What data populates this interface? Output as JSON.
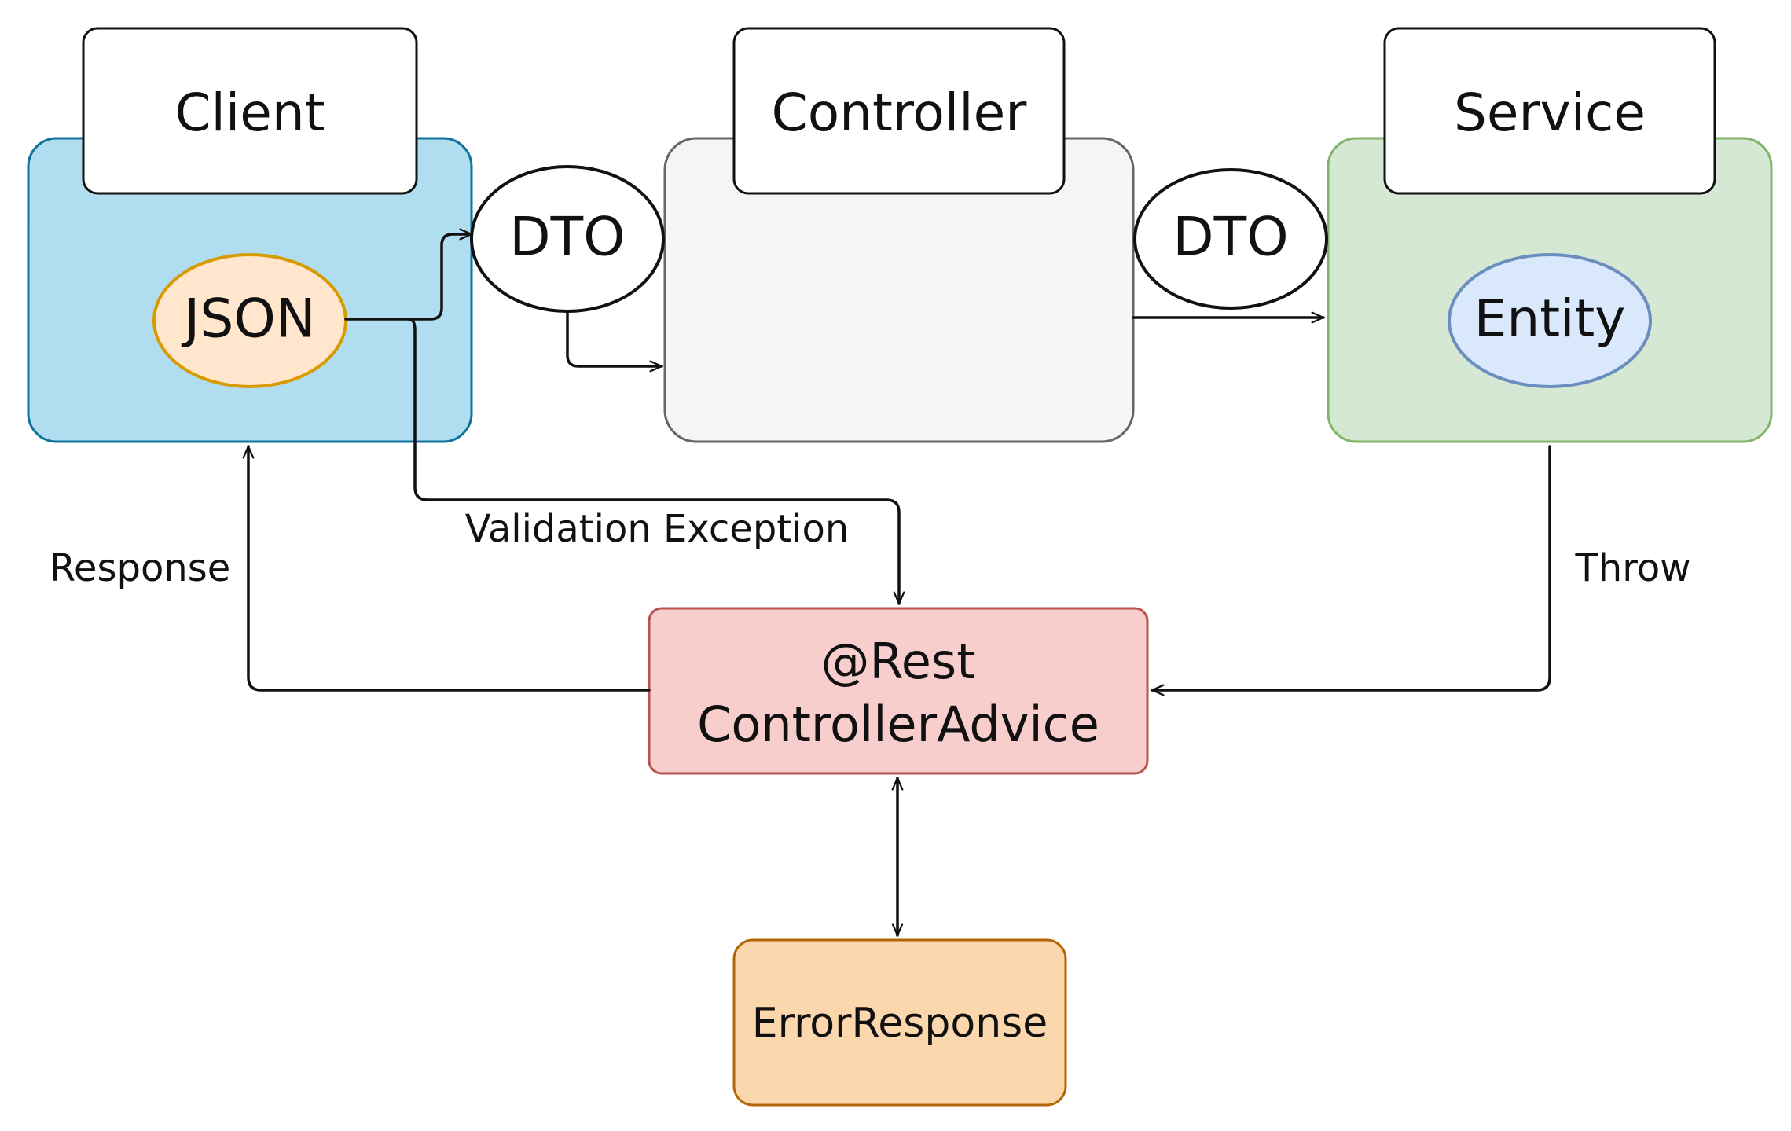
{
  "nodes": {
    "client": {
      "title": "Client",
      "fill": "#b1ddf0",
      "stroke": "#10739e"
    },
    "controller": {
      "title": "Controller",
      "fill": "#f5f5f5",
      "stroke": "#666666"
    },
    "service": {
      "title": "Service",
      "fill": "#d5e8d4",
      "stroke": "#82b366"
    },
    "json": {
      "label": "JSON",
      "fill": "#ffe6cc",
      "stroke": "#d79b00"
    },
    "dto_in": {
      "label": "DTO"
    },
    "dto_out": {
      "label": "DTO"
    },
    "entity": {
      "label": "Entity",
      "fill": "#dae8fc",
      "stroke": "#6c8ebf"
    },
    "advice": {
      "label_line1": "@Rest",
      "label_line2": "ControllerAdvice",
      "fill": "#f8cecc",
      "stroke": "#b85450"
    },
    "error_response": {
      "label": "ErrorResponse",
      "fill": "#fad7ac",
      "stroke": "#b46504"
    }
  },
  "edges": {
    "validation_exception": "Validation Exception",
    "response": "Response",
    "throw": "Throw"
  }
}
